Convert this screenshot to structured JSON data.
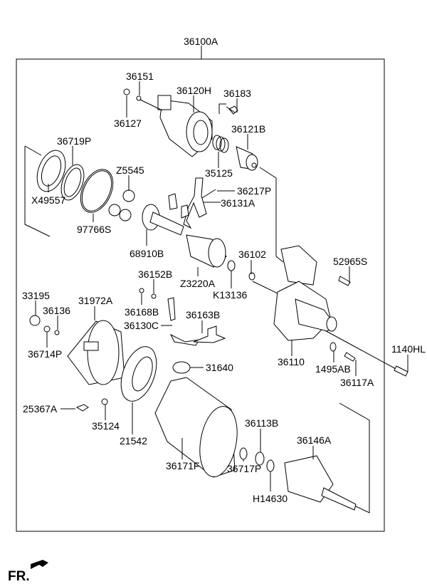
{
  "diagram": {
    "assembly_label": "36100A",
    "direction_label": "FR.",
    "parts": {
      "p36151": "36151",
      "p36120H": "36120H",
      "p36183": "36183",
      "p36127": "36127",
      "p36121B": "36121B",
      "p36719P": "36719P",
      "pZ5545": "Z5545",
      "p35125": "35125",
      "p36217P": "36217P",
      "pX49557": "X49557",
      "p36131A": "36131A",
      "p97766S": "97766S",
      "p68910B": "68910B",
      "p36102": "36102",
      "p52965S": "52965S",
      "p36152B": "36152B",
      "pZ3220A": "Z3220A",
      "pK13136": "K13136",
      "p33195": "33195",
      "p31972A": "31972A",
      "p36136": "36136",
      "p36168B": "36168B",
      "p36163B": "36163B",
      "p36130C": "36130C",
      "p36714P": "36714P",
      "p1140HL": "1140HL",
      "p36110": "36110",
      "p31640": "31640",
      "p1495AB": "1495AB",
      "p36117A": "36117A",
      "p25367A": "25367A",
      "p35124": "35124",
      "p36113B": "36113B",
      "p21542": "21542",
      "p36146A": "36146A",
      "p36171F": "36171F",
      "p36717P": "36717P",
      "pH14630": "H14630"
    }
  }
}
